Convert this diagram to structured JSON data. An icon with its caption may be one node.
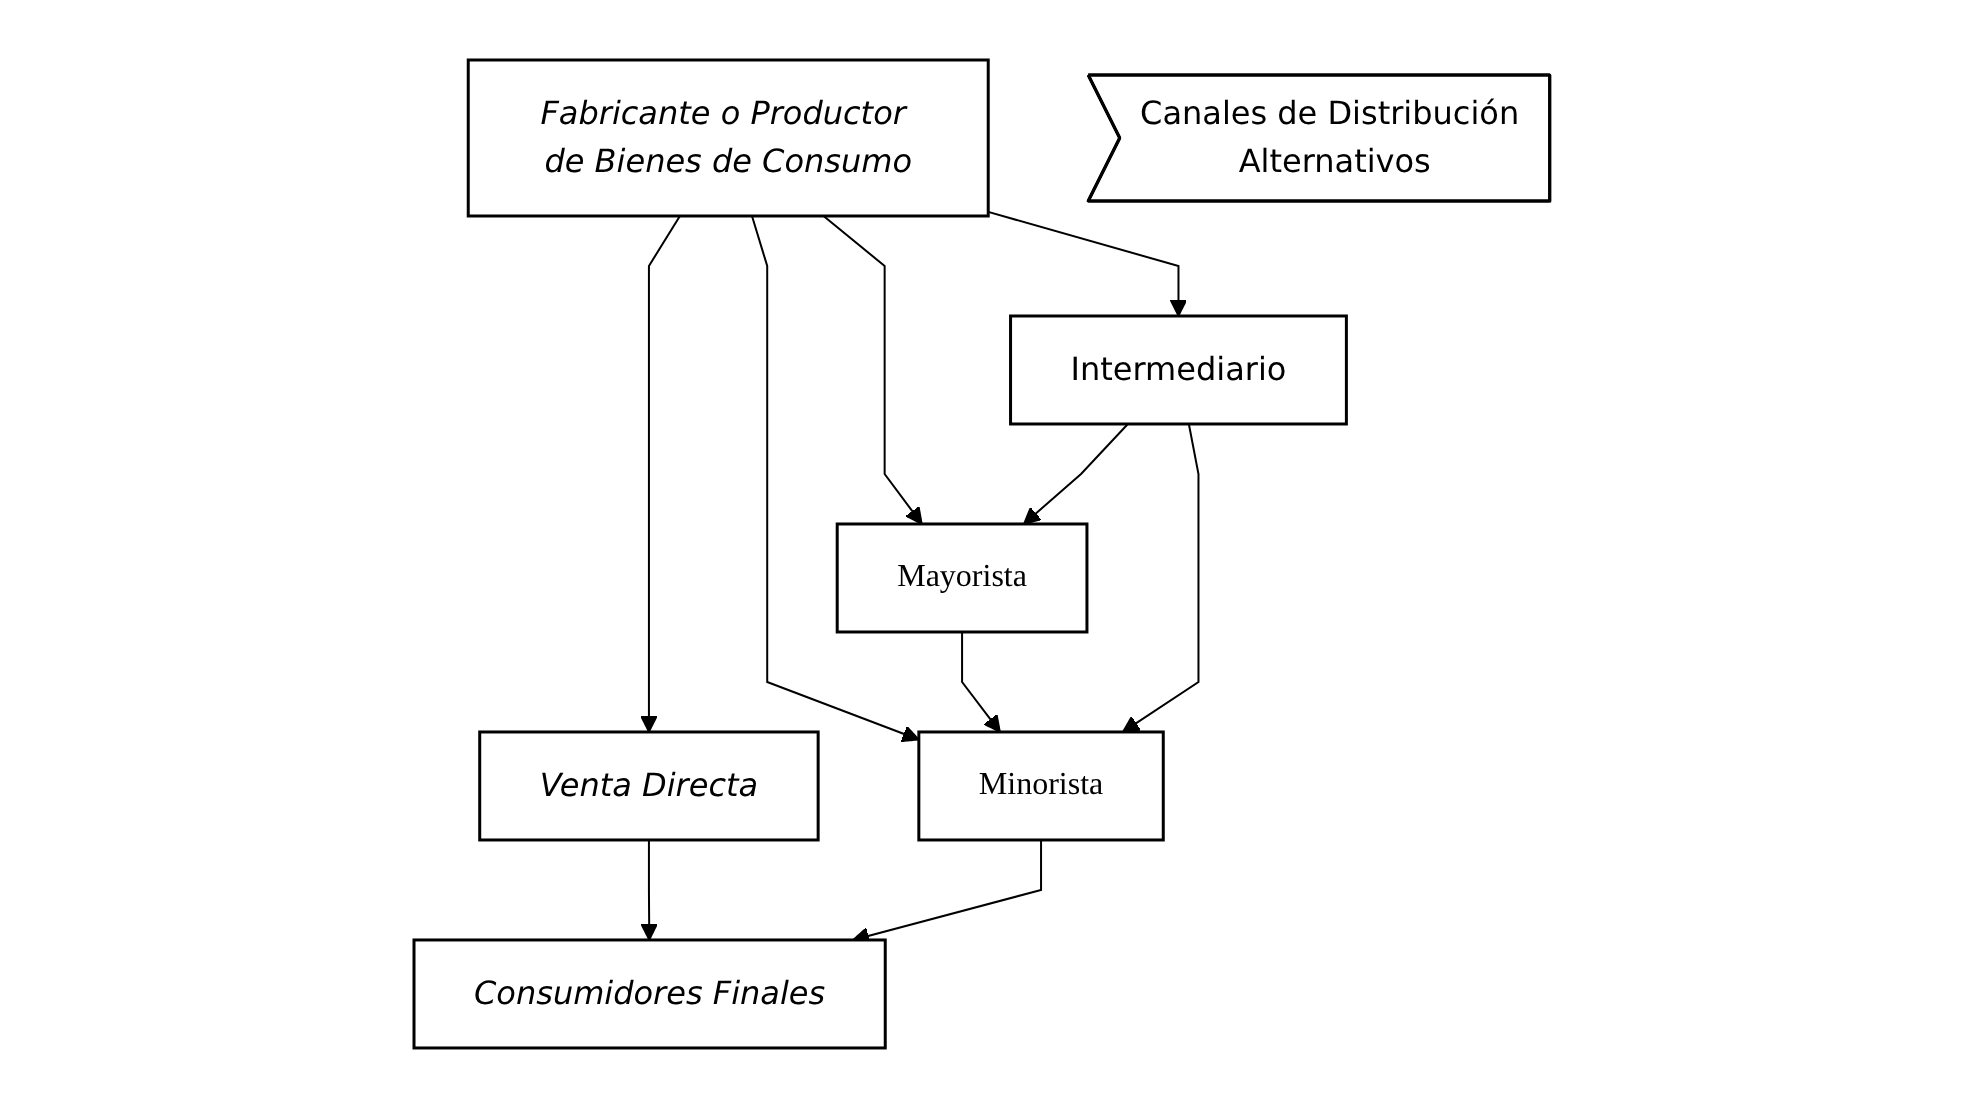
{
  "diagram": {
    "nodes": [
      {
        "text": [
          "Fabricante o Productor de Bienes de Consumo"
        ]
      },
      {
        "text": [
          "Intermediario"
        ]
      },
      {
        "text": [
          "Mayorista"
        ]
      },
      {
        "text": [
          "Minorista"
        ]
      },
      {
        "text": [
          "Canales de Distribución Alternativos"
        ]
      },
      {
        "text": [
          "Venta Directa"
        ]
      },
      {
        "text": [
          "Consumidores Finales"
        ]
      }
    ],
    "edges": [
      {
        "from": 0,
        "to": 5,
        "arrow": "to"
      },
      {
        "from": 0,
        "to": 3,
        "arrow": "to"
      },
      {
        "from": 0,
        "to": 2,
        "arrow": "to"
      },
      {
        "from": 0,
        "to": 1,
        "arrow": "to"
      },
      {
        "from": 1,
        "to": 2,
        "arrow": "to"
      },
      {
        "from": 1,
        "to": 3,
        "arrow": "to"
      },
      {
        "from": 2,
        "to": 3,
        "arrow": "to"
      },
      {
        "from": 5,
        "to": 6,
        "arrow": "to"
      },
      {
        "from": 3,
        "to": 6,
        "arrow": "to"
      }
    ]
  }
}
